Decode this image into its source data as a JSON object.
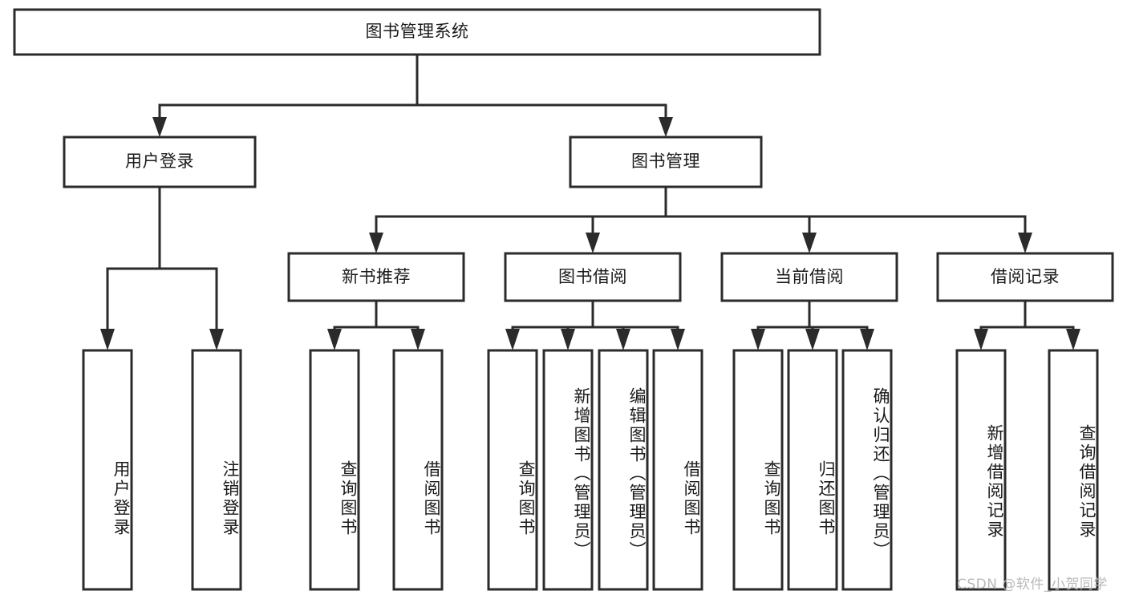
{
  "diagram": {
    "type": "tree",
    "title": "图书管理系统",
    "watermark": "CSDN @软件_小贺同学",
    "colors": {
      "stroke": "#2b2b2b",
      "fill": "#ffffff",
      "text": "#1a1a1a",
      "watermark": "#b9b9b9",
      "background": "#ffffff"
    },
    "levels": {
      "root": "图书管理系统",
      "level2": [
        "用户登录",
        "图书管理"
      ],
      "level3": [
        "新书推荐",
        "图书借阅",
        "当前借阅",
        "借阅记录"
      ]
    },
    "nodes": {
      "root": {
        "label": "图书管理系统",
        "orientation": "horizontal"
      },
      "user_login": {
        "label": "用户登录",
        "orientation": "horizontal"
      },
      "book_manage": {
        "label": "图书管理",
        "orientation": "horizontal"
      },
      "new_book_rec": {
        "label": "新书推荐",
        "orientation": "horizontal"
      },
      "book_borrow": {
        "label": "图书借阅",
        "orientation": "horizontal"
      },
      "current_borrow": {
        "label": "当前借阅",
        "orientation": "horizontal"
      },
      "borrow_record": {
        "label": "借阅记录",
        "orientation": "horizontal"
      },
      "leaf_user_login": {
        "label": "用户登录",
        "orientation": "vertical"
      },
      "leaf_logout": {
        "label": "注销登录",
        "orientation": "vertical"
      },
      "leaf_query_book_rec": {
        "label": "查询图书",
        "orientation": "vertical"
      },
      "leaf_borrow_book_rec": {
        "label": "借阅图书",
        "orientation": "vertical"
      },
      "leaf_query_book_borrow": {
        "label": "查询图书",
        "orientation": "vertical"
      },
      "leaf_add_book": {
        "label": "新增图书（管理员）",
        "orientation": "vertical"
      },
      "leaf_edit_book": {
        "label": "编辑图书（管理员）",
        "orientation": "vertical"
      },
      "leaf_borrow_book": {
        "label": "借阅图书",
        "orientation": "vertical"
      },
      "leaf_query_book_current": {
        "label": "查询图书",
        "orientation": "vertical"
      },
      "leaf_return_book": {
        "label": "归还图书",
        "orientation": "vertical"
      },
      "leaf_confirm_return": {
        "label": "确认归还（管理员）",
        "orientation": "vertical"
      },
      "leaf_add_record": {
        "label": "新增借阅记录",
        "orientation": "vertical"
      },
      "leaf_query_record": {
        "label": "查询借阅记录",
        "orientation": "vertical"
      }
    },
    "edges": [
      {
        "from": "root",
        "to": "user_login"
      },
      {
        "from": "root",
        "to": "book_manage"
      },
      {
        "from": "user_login",
        "to": "leaf_user_login"
      },
      {
        "from": "user_login",
        "to": "leaf_logout"
      },
      {
        "from": "book_manage",
        "to": "new_book_rec"
      },
      {
        "from": "book_manage",
        "to": "book_borrow"
      },
      {
        "from": "book_manage",
        "to": "current_borrow"
      },
      {
        "from": "book_manage",
        "to": "borrow_record"
      },
      {
        "from": "new_book_rec",
        "to": "leaf_query_book_rec"
      },
      {
        "from": "new_book_rec",
        "to": "leaf_borrow_book_rec"
      },
      {
        "from": "book_borrow",
        "to": "leaf_query_book_borrow"
      },
      {
        "from": "book_borrow",
        "to": "leaf_add_book"
      },
      {
        "from": "book_borrow",
        "to": "leaf_edit_book"
      },
      {
        "from": "book_borrow",
        "to": "leaf_borrow_book"
      },
      {
        "from": "current_borrow",
        "to": "leaf_query_book_current"
      },
      {
        "from": "current_borrow",
        "to": "leaf_return_book"
      },
      {
        "from": "current_borrow",
        "to": "leaf_confirm_return"
      },
      {
        "from": "borrow_record",
        "to": "leaf_add_record"
      },
      {
        "from": "borrow_record",
        "to": "leaf_query_record"
      }
    ]
  }
}
